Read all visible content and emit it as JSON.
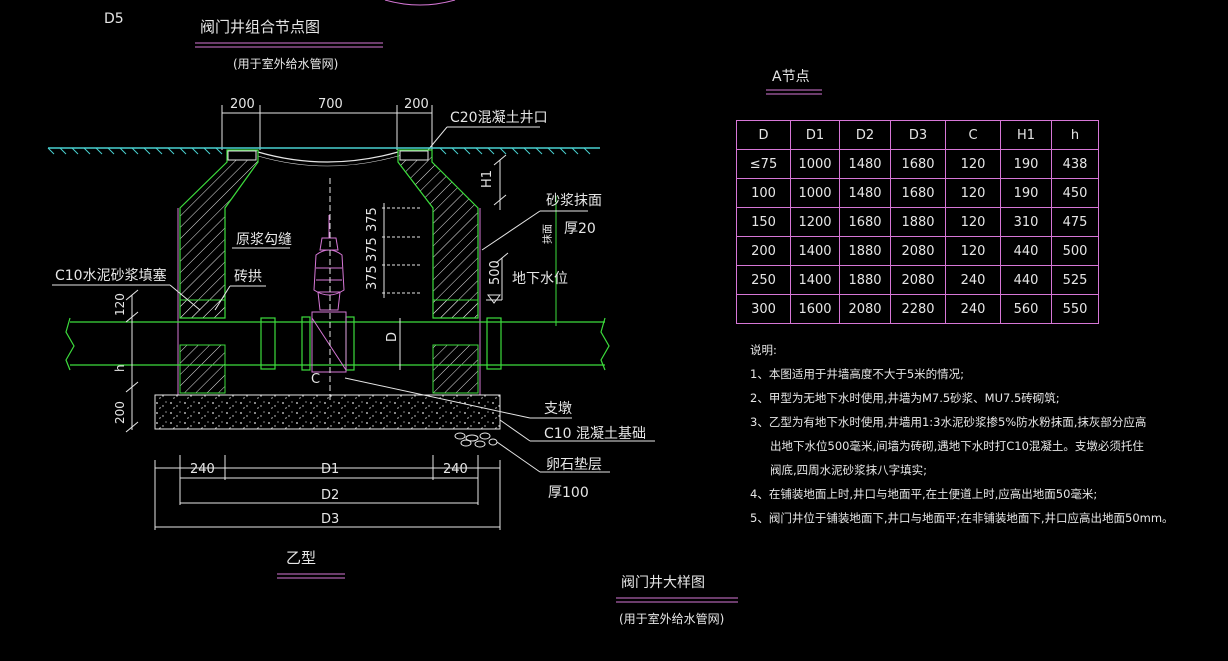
{
  "colors": {
    "background": "#000000",
    "white": "#e6e6e6",
    "green": "#3cdc3c",
    "magenta": "#d677d6",
    "cyan": "#49cfcf",
    "yellow": "#e6e63c"
  },
  "top_left_label": "D5",
  "combo_title": "阀门井组合节点图",
  "combo_subtitle": "(用于室外给水管网)",
  "dims_top": [
    "200",
    "700",
    "200"
  ],
  "dims_bottom": [
    "240",
    "240"
  ],
  "dims_left": [
    "120",
    "h",
    "200"
  ],
  "dims_right": [
    "H1",
    "500"
  ],
  "dims_vertical_spacing": [
    "375",
    "375",
    "375"
  ],
  "dim_pipe": "D",
  "dim_c": "C",
  "dim_overall": [
    "D1",
    "D2",
    "D3"
  ],
  "labels": {
    "c20_top": "C20混凝土井口",
    "mortar_plaster": "砂浆抹面",
    "thick20": "厚20",
    "small_vertical": "抹面",
    "water_table": "地下水位",
    "joint": "原浆勾缝",
    "brick": "砖拱",
    "c10_fill": "C10水泥砂浆填塞",
    "support": "支墩",
    "c10_base": "C10  混凝土基础",
    "gravel": "卵石垫层",
    "thick100": "厚100"
  },
  "section_title": "乙型",
  "detail_title": "阀门井大样图",
  "detail_subtitle": "(用于室外给水管网)",
  "node_title": "A节点",
  "table": {
    "headers": [
      "D",
      "D1",
      "D2",
      "D3",
      "C",
      "H1",
      "h"
    ],
    "rows": [
      [
        "≤75",
        "1000",
        "1480",
        "1680",
        "120",
        "190",
        "438"
      ],
      [
        "100",
        "1000",
        "1480",
        "1680",
        "120",
        "190",
        "450"
      ],
      [
        "150",
        "1200",
        "1680",
        "1880",
        "120",
        "310",
        "475"
      ],
      [
        "200",
        "1400",
        "1880",
        "2080",
        "120",
        "440",
        "500"
      ],
      [
        "250",
        "1400",
        "1880",
        "2080",
        "240",
        "440",
        "525"
      ],
      [
        "300",
        "1600",
        "2080",
        "2280",
        "240",
        "560",
        "550"
      ]
    ]
  },
  "notes": {
    "title": "说明:",
    "items": [
      "1、本图适用于井墙高度不大于5米的情况;",
      "2、甲型为无地下水时使用,井墙为M7.5砂浆、MU7.5砖砌筑;",
      "3、乙型为有地下水时使用,井墙用1:3水泥砂浆掺5%防水粉抹面,抹灰部分应高",
      "出地下水位500毫米,间墙为砖砌,遇地下水时打C10混凝土。支墩必须托住",
      "阀底,四周水泥砂浆抹八字填实;",
      "4、在铺装地面上时,井口与地面平,在土便道上时,应高出地面50毫米;",
      "5、阀门井位于铺装地面下,井口与地面平;在非铺装地面下,井口应高出地面50mm。"
    ]
  }
}
